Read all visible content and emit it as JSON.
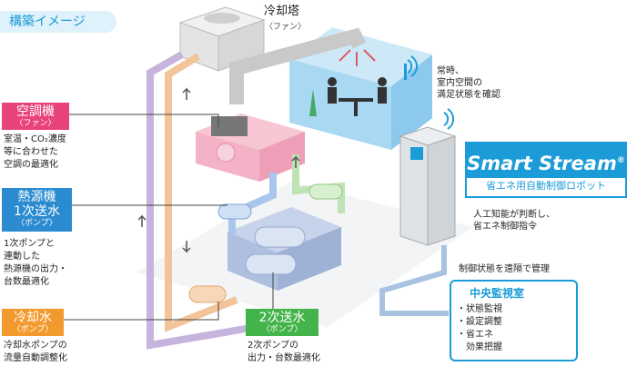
{
  "title_badge": "構築イメージ",
  "cooling_tower": {
    "label": "冷却塔",
    "sub": "〈ファン〉"
  },
  "room_note": [
    "常時、",
    "室内空間の",
    "満足状態を確認"
  ],
  "tags": {
    "ahu": {
      "label": "空調機",
      "sub": "〈ファン〉"
    },
    "heat": {
      "label1": "熱源機",
      "label2": "1次送水",
      "sub": "〈ポンプ〉"
    },
    "cooling": {
      "label": "冷却水",
      "sub": "〈ポンプ〉"
    },
    "secondary": {
      "label": "2次送水",
      "sub": "〈ポンプ〉"
    }
  },
  "desc": {
    "ahu": [
      "室温・CO₂濃度",
      "等に合わせた",
      "空調の最適化"
    ],
    "heat": [
      "1次ポンプと",
      "連動した",
      "熱源機の出力・",
      "台数最適化"
    ],
    "cooling": [
      "冷却水ポンプの",
      "流量自動調整化"
    ],
    "secondary": [
      "2次ポンプの",
      "出力・台数最適化"
    ]
  },
  "smart_stream": {
    "name": "Smart Stream",
    "reg": "®",
    "sub": "省エネ用自動制御ロボット"
  },
  "ai_note": [
    "人工知能が判断し、",
    "省エネ制御指令"
  ],
  "remote_note": "制御状態を遠隔で管理",
  "central": {
    "title": "中央監視室",
    "items": [
      "・状態監視",
      "・設定調整",
      "・省エネ",
      "　効果把握"
    ]
  },
  "colors": {
    "accent": "#1b9bd7",
    "pink": "#e8437b",
    "blue": "#2a8bd0",
    "orange": "#f39a2e",
    "green": "#42b449"
  }
}
